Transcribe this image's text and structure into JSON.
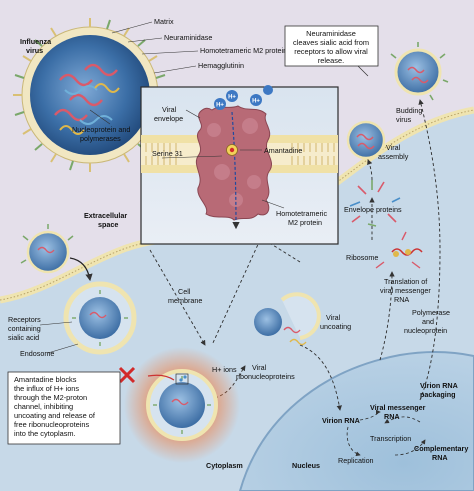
{
  "labels": {
    "influenza_virus": [
      "Influenza",
      "virus"
    ],
    "matrix": "Matrix",
    "neuraminidase": "Neuraminidase",
    "m2_protein": "Homotetrameric M2 protein",
    "hemagglutinin": "Hemagglutinin",
    "nucleoprotein": [
      "Nucleoprotein and",
      "polymerases"
    ],
    "viral_envelope": [
      "Viral",
      "envelope"
    ],
    "h_plus": "H+",
    "serine": "Serine 31",
    "amantadine": "Amantadine",
    "m2_inset": [
      "Homotetrameric",
      "M2 protein"
    ],
    "extracellular": [
      "Extracellular",
      "space"
    ],
    "budding": [
      "Budding",
      "virus"
    ],
    "viral_assembly": [
      "Viral",
      "assembly"
    ],
    "envelope_proteins": "Envelope proteins",
    "ribosome": "Ribosome",
    "translation": [
      "Translation of",
      "viral messenger",
      "RNA"
    ],
    "polymerase_np": [
      "Polymerase",
      "and",
      "nucleoprotein"
    ],
    "receptors": [
      "Receptors",
      "containing",
      "sialic acid"
    ],
    "endosome": "Endosome",
    "cell_membrane": [
      "Cell",
      "membrane"
    ],
    "viral_uncoating": [
      "Viral",
      "uncoating"
    ],
    "h_ions": "H+ ions",
    "viral_rnp": [
      "Viral",
      "ribonucleoproteins"
    ],
    "virion_rna_packaging": [
      "Virion RNA",
      "packaging"
    ],
    "viral_mrna": [
      "Viral messenger",
      "RNA"
    ],
    "virion_rna": "Virion RNA",
    "transcription": "Transcription",
    "replication": "Replication",
    "complementary_rna": [
      "Complementary",
      "RNA"
    ],
    "cytoplasm": "Cytoplasm",
    "nucleus": "Nucleus"
  },
  "callouts": {
    "neuraminidase_box": [
      "Neuraminidase",
      "cleaves sialic acid from",
      "receptors to allow viral",
      "release."
    ],
    "amantadine_box": [
      "Amantadine blocks",
      "the influx of H+ ions",
      "through the M2-proton",
      "channel, inhibiting",
      "uncoating and release of",
      "free ribonucleoproteins",
      "into the cytoplasm."
    ]
  },
  "colors": {
    "extracellular_bg": "#e4dfea",
    "cytoplasm_bg": "#c7d9e8",
    "nucleus_bg": "#aec9df",
    "membrane": "#efe4b0",
    "virus_body": "#2f5f96",
    "m2_protein": "#b86a76",
    "block_red": "#d22a2a"
  }
}
